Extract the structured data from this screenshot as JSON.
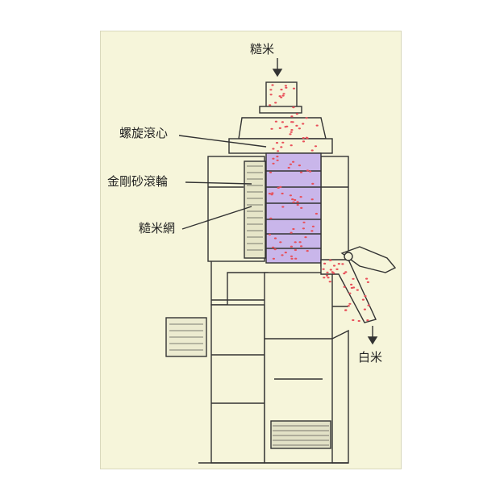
{
  "labels": {
    "brown_rice_in": "糙米",
    "screw_roller": "螺旋滾心",
    "emery_roller": "金剛砂滾輪",
    "rice_screen": "糙米網",
    "white_rice_out": "白米"
  },
  "colors": {
    "background": "#f6f5da",
    "outline": "#333333",
    "chamber": "#c9b6ea",
    "rice_grain": "#e8505a",
    "screen_hatch": "#b8b8a0"
  }
}
